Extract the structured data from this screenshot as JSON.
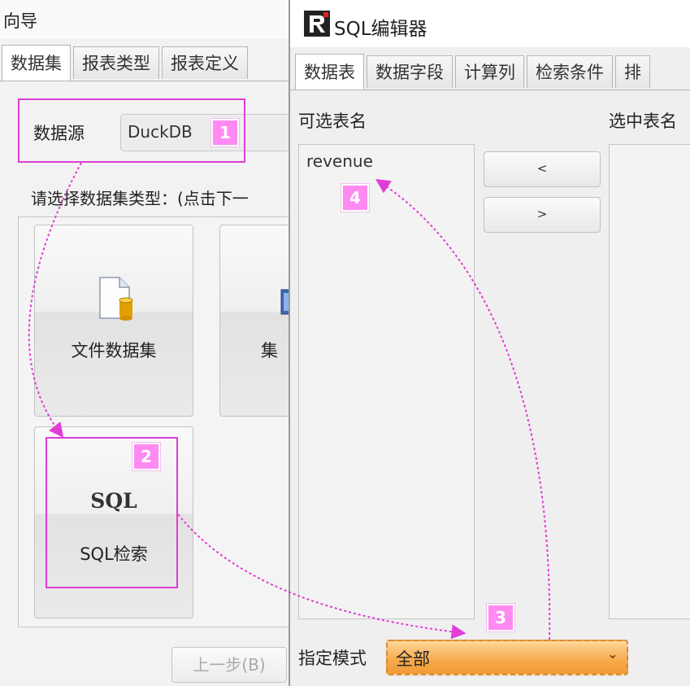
{
  "wizard": {
    "title": "向导",
    "tabs": [
      "数据集",
      "报表类型",
      "报表定义"
    ],
    "datasource_label": "数据源",
    "datasource_value": "DuckDB",
    "choose_text": "请选择数据集类型：(点击下一",
    "cards": {
      "file": "文件数据集",
      "set": "集",
      "sql_big": "SQL",
      "sql": "SQL检索"
    },
    "prev_button": "上一步(B)"
  },
  "editor": {
    "title": "SQL编辑器",
    "tabs": [
      "数据表",
      "数据字段",
      "计算列",
      "检索条件",
      "排"
    ],
    "available_label": "可选表名",
    "selected_label": "选中表名",
    "available_tables": [
      "revenue"
    ],
    "btn_remove": "<",
    "btn_add": ">",
    "mode_label": "指定模式",
    "mode_value": "全部"
  },
  "annotations": {
    "b1": "1",
    "b2": "2",
    "b3": "3",
    "b4": "4"
  },
  "colors": {
    "highlight": "#e03cd6",
    "badge": "#ff8af2",
    "mode_select": "#f7a94b"
  }
}
